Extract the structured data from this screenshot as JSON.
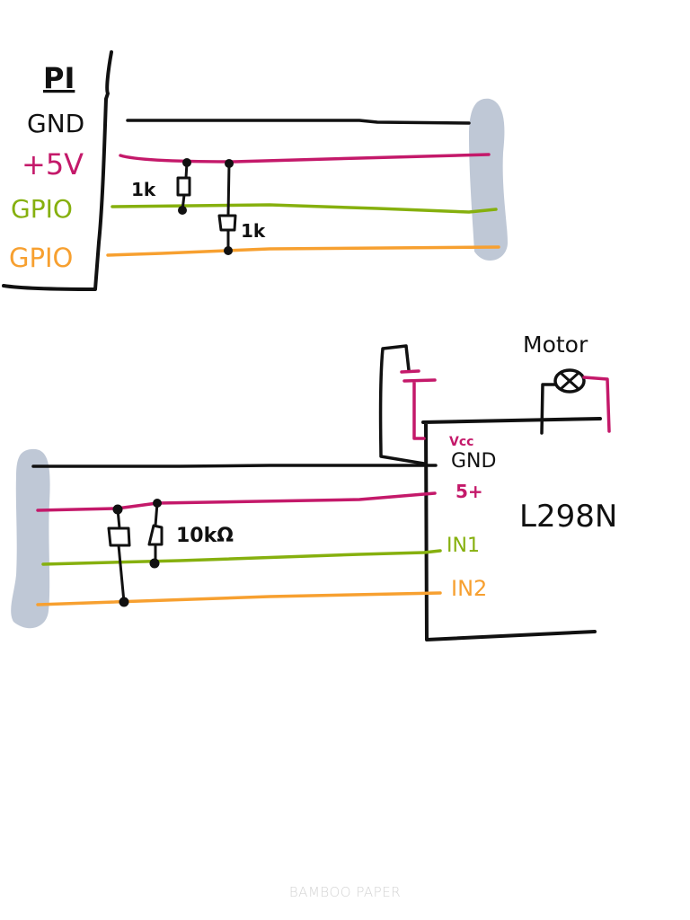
{
  "app": {
    "watermark": "BAMBOO PAPER"
  },
  "colors": {
    "black": "#111111",
    "five_volt": "#c4196a",
    "gpio_a": "#86b00e",
    "gpio_b": "#f7a030",
    "connector": "#bfc8d6"
  },
  "pi_section": {
    "header_label": "PI",
    "pins": [
      {
        "label": "GND",
        "color": "#111111"
      },
      {
        "label": "+5V",
        "color": "#c4196a"
      },
      {
        "label": "GPIO",
        "color": "#86b00e"
      },
      {
        "label": "GPIO",
        "color": "#f7a030"
      }
    ],
    "resistor_1_label": "1k",
    "resistor_2_label": "1k"
  },
  "driver_section": {
    "chip_label": "L298N",
    "motor_label": "Motor",
    "pins": {
      "vcc": "Vcc",
      "gnd": "GND",
      "five": "5+",
      "in1": "IN1",
      "in2": "IN2"
    },
    "resistor_label": "10kΩ"
  }
}
